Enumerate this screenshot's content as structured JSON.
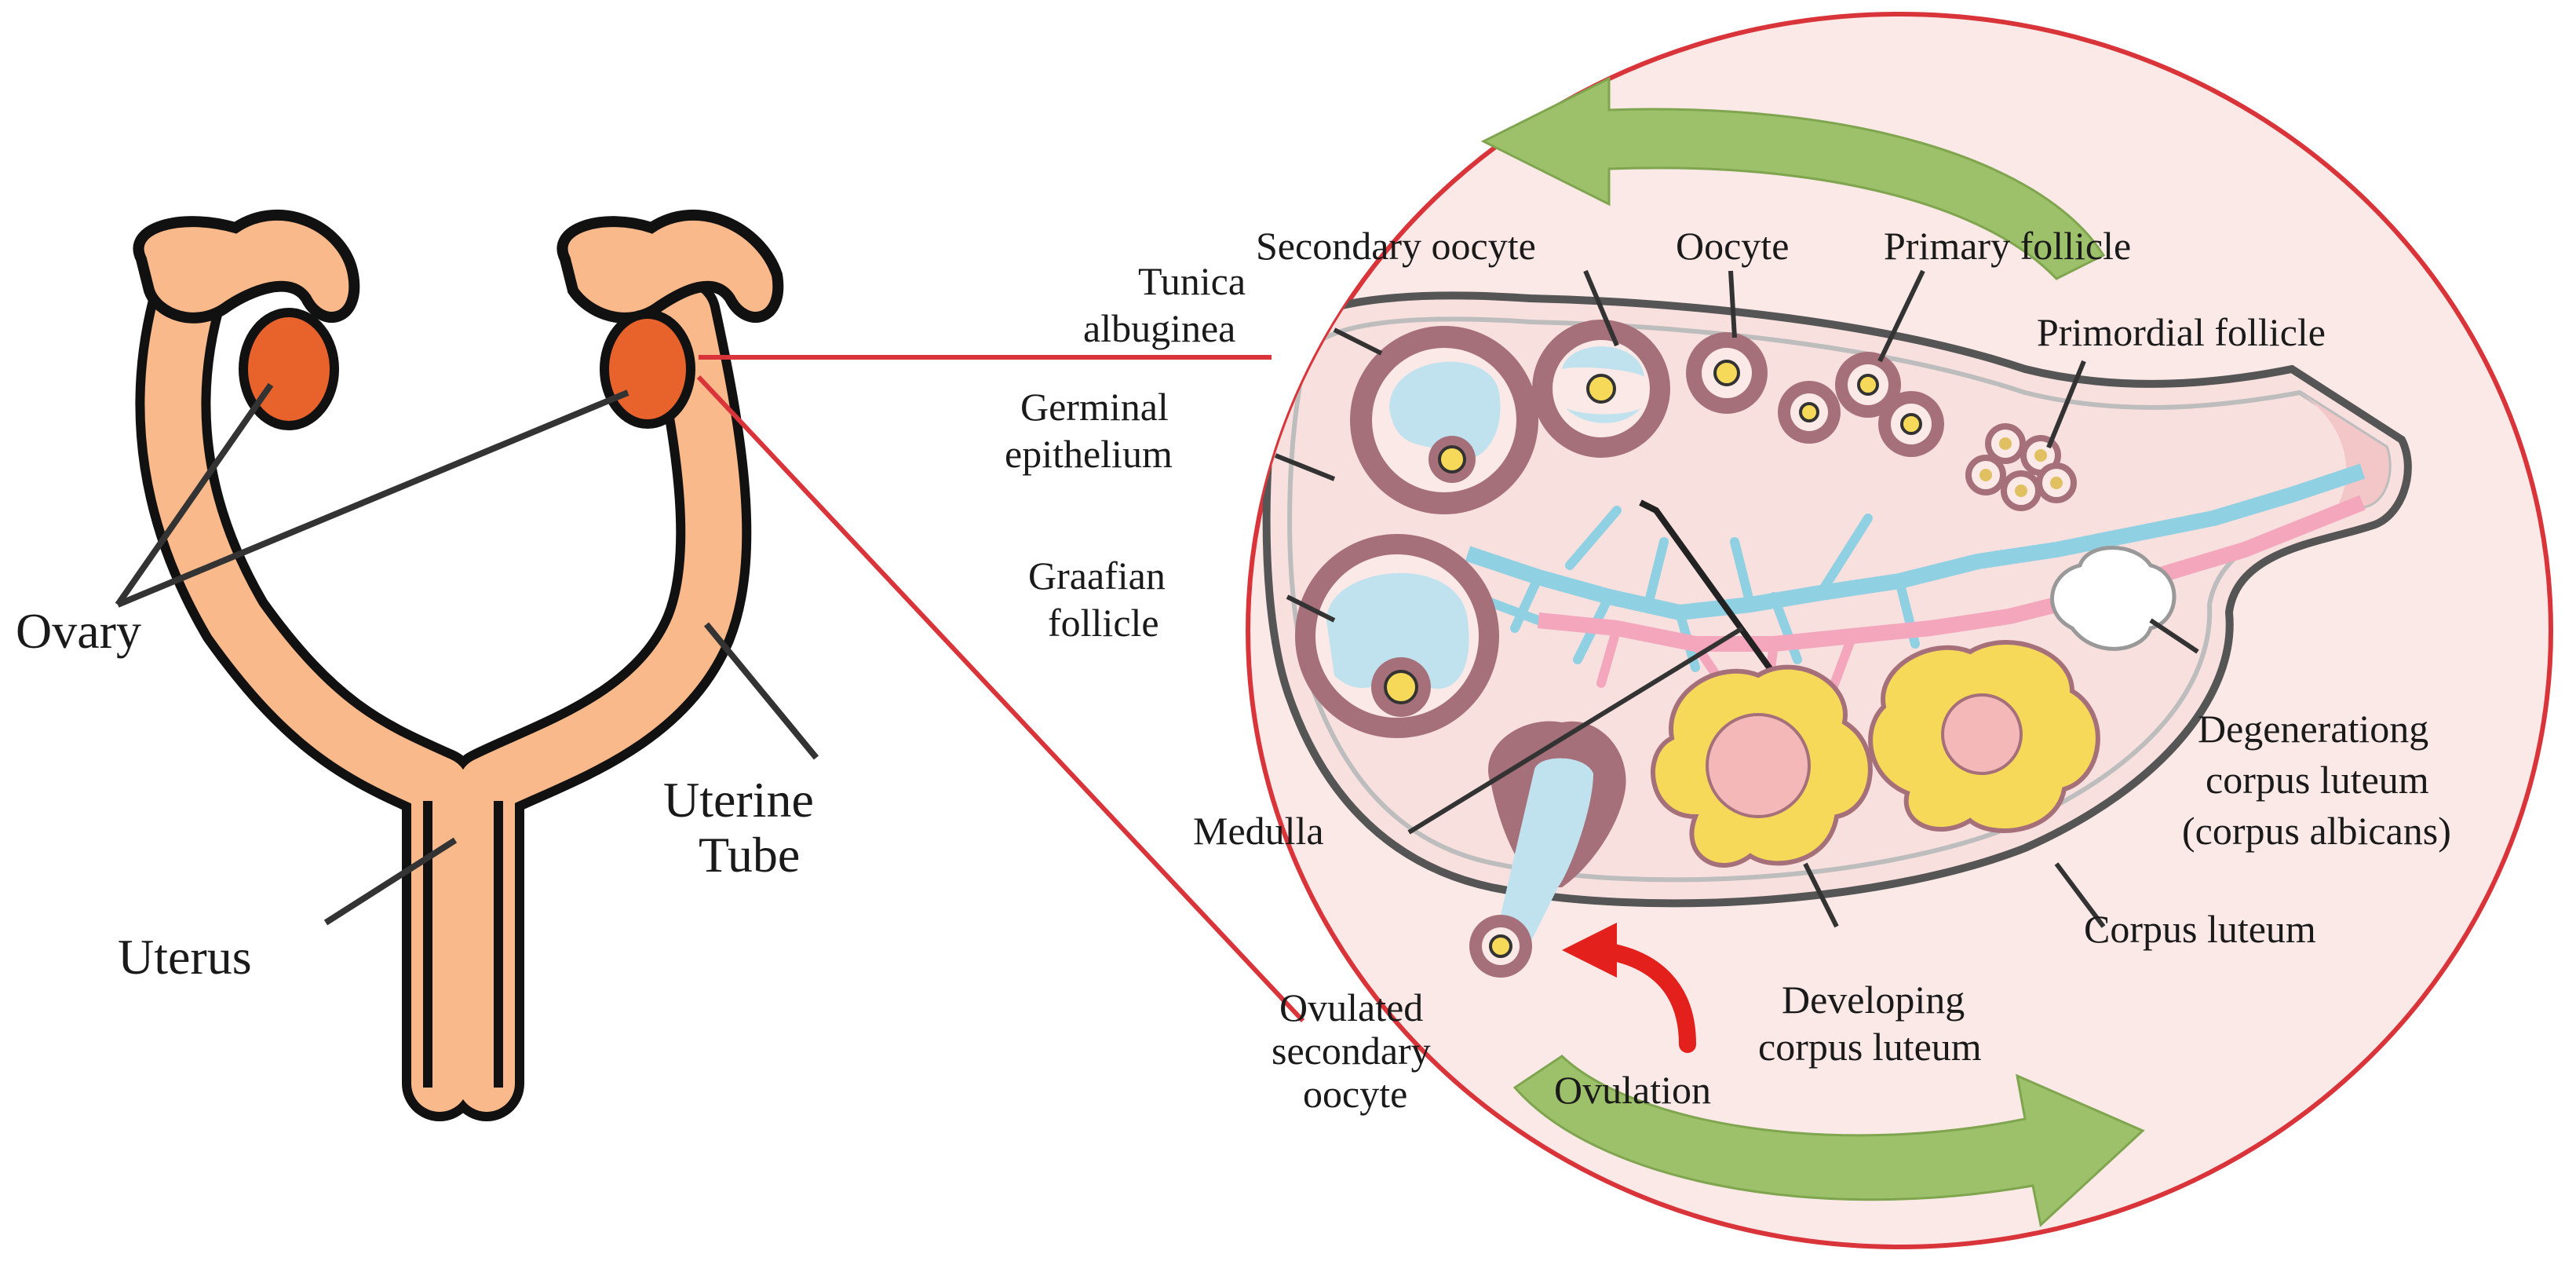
{
  "labels": {
    "ovary": "Ovary",
    "uterus": "Uterus",
    "uterine_tube_1": "Uterine",
    "uterine_tube_2": "Tube",
    "secondary_oocyte": "Secondary oocyte",
    "oocyte": "Oocyte",
    "primary_follicle": "Primary follicle",
    "primordial_follicle": "Primordial follicle",
    "tunica_1": "Tunica",
    "tunica_2": "albuginea",
    "germinal_1": "Germinal",
    "germinal_2": "epithelium",
    "graafian_1": "Graafian",
    "graafian_2": "follicle",
    "medulla": "Medulla",
    "degenerating_1": "Degenerationg",
    "degenerating_2": "corpus luteum",
    "degenerating_3": "(corpus albicans)",
    "corpus_luteum": "Corpus luteum",
    "developing_1": "Developing",
    "developing_2": "corpus luteum",
    "ovulated_1": "Ovulated",
    "ovulated_2": "secondary",
    "ovulated_3": "oocyte",
    "ovulation": "Ovulation"
  },
  "colors": {
    "tube_fill": "#f9b98a",
    "outline": "#111111",
    "ovary_fill": "#e8622c",
    "bubble_fill": "#fbe9e8",
    "bubble_border": "#d9343a",
    "ovary_section_fill": "#f8e0df",
    "follicle_ring": "#a6707a",
    "antrum": "#bfe2ee",
    "corpus_luteum": "#f7d95a",
    "corpus_luteum_center": "#f4b8b8",
    "vessel_blue": "#8fd0e2",
    "vessel_pink": "#f4a6bd",
    "cycle_arrow": "#9dc06a",
    "ovulation_arrow": "#e3201b"
  }
}
